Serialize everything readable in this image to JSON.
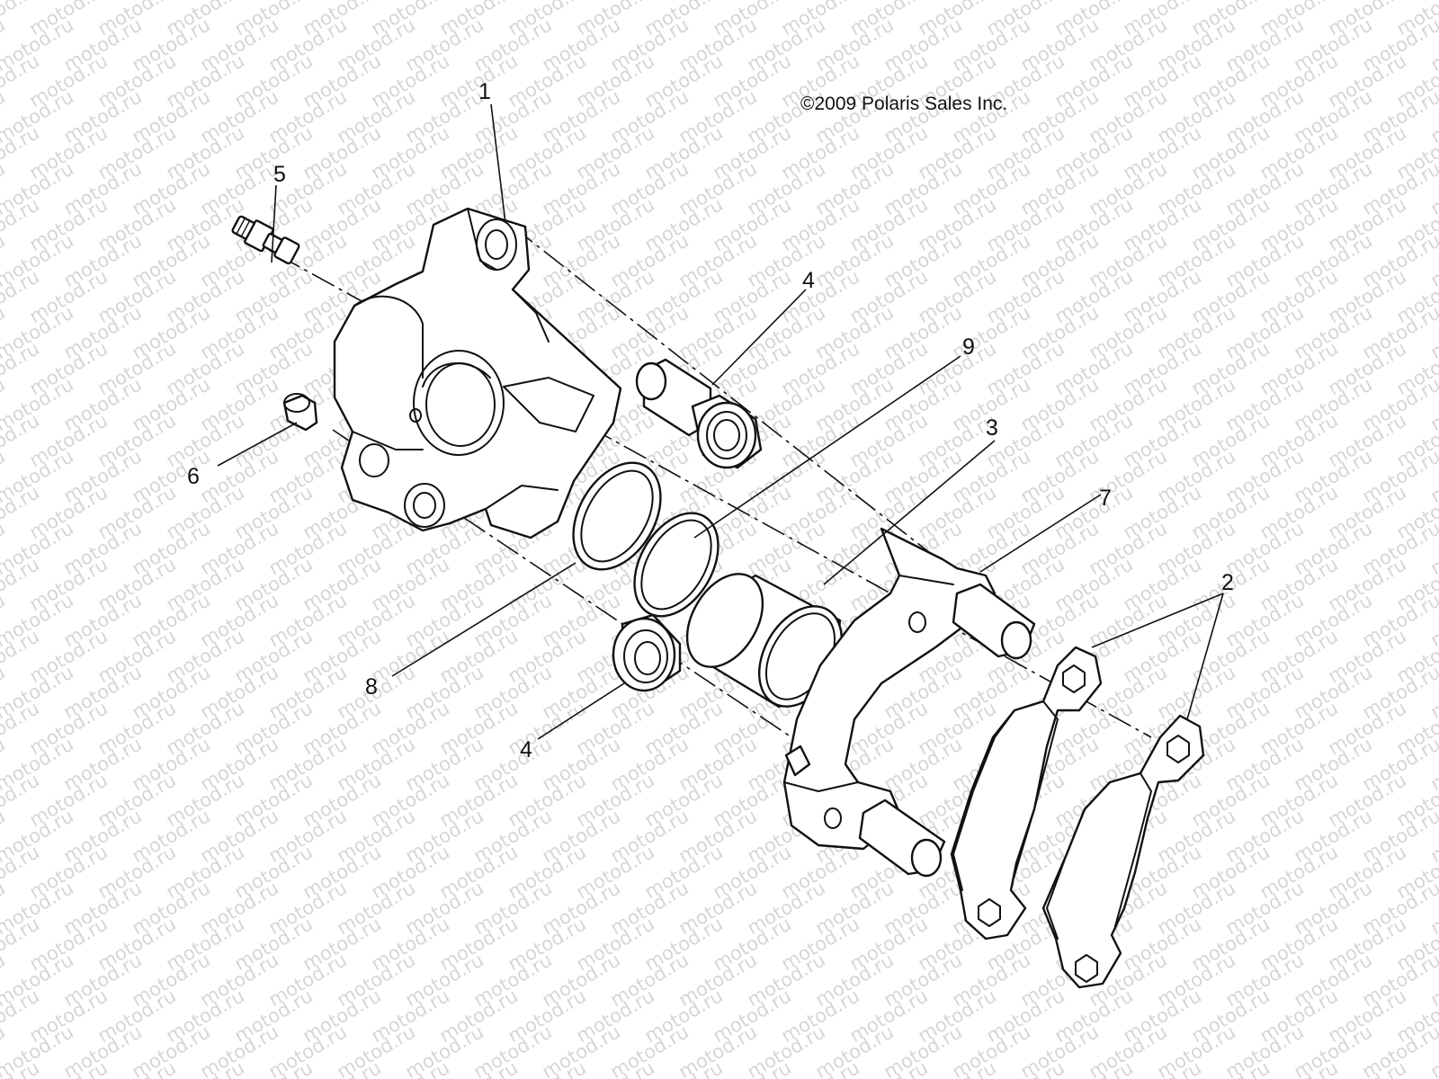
{
  "copyright": "©2009 Polaris Sales Inc.",
  "watermark": "motod.ru",
  "callouts": [
    {
      "id": "1",
      "text": "1"
    },
    {
      "id": "2",
      "text": "2"
    },
    {
      "id": "3",
      "text": "3"
    },
    {
      "id": "4a",
      "text": "4"
    },
    {
      "id": "4b",
      "text": "4"
    },
    {
      "id": "5",
      "text": "5"
    },
    {
      "id": "6",
      "text": "6"
    },
    {
      "id": "7",
      "text": "7"
    },
    {
      "id": "8",
      "text": "8"
    },
    {
      "id": "9",
      "text": "9"
    }
  ],
  "parts": [
    {
      "callout": "1",
      "name": "caliper-body"
    },
    {
      "callout": "2",
      "name": "brake-pad"
    },
    {
      "callout": "3",
      "name": "piston"
    },
    {
      "callout": "4",
      "name": "pin-boot"
    },
    {
      "callout": "5",
      "name": "bleeder-valve"
    },
    {
      "callout": "6",
      "name": "bleeder-cap"
    },
    {
      "callout": "7",
      "name": "caliper-bracket"
    },
    {
      "callout": "8",
      "name": "dust-seal"
    },
    {
      "callout": "9",
      "name": "piston-seal"
    }
  ]
}
